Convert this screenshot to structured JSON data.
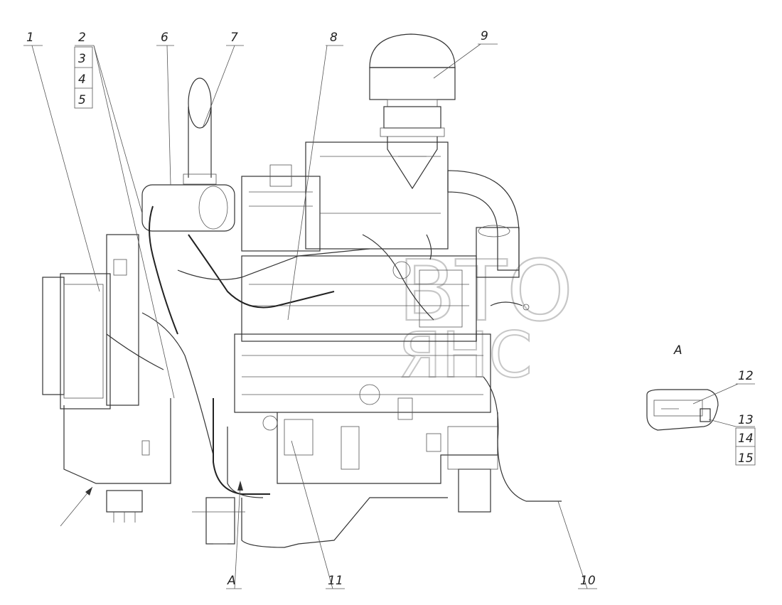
{
  "watermark": {
    "line1": "ВТО",
    "line2": "ЯНС"
  },
  "callouts": {
    "c1": "1",
    "c2": "2",
    "c3": "3",
    "c4": "4",
    "c5": "5",
    "c6": "6",
    "c7": "7",
    "c8": "8",
    "c9": "9",
    "c10": "10",
    "c11": "11",
    "c12": "12",
    "c13": "13",
    "c14": "14",
    "c15": "15"
  },
  "view_marks": {
    "section_label": "A",
    "arrow_label": "A"
  }
}
